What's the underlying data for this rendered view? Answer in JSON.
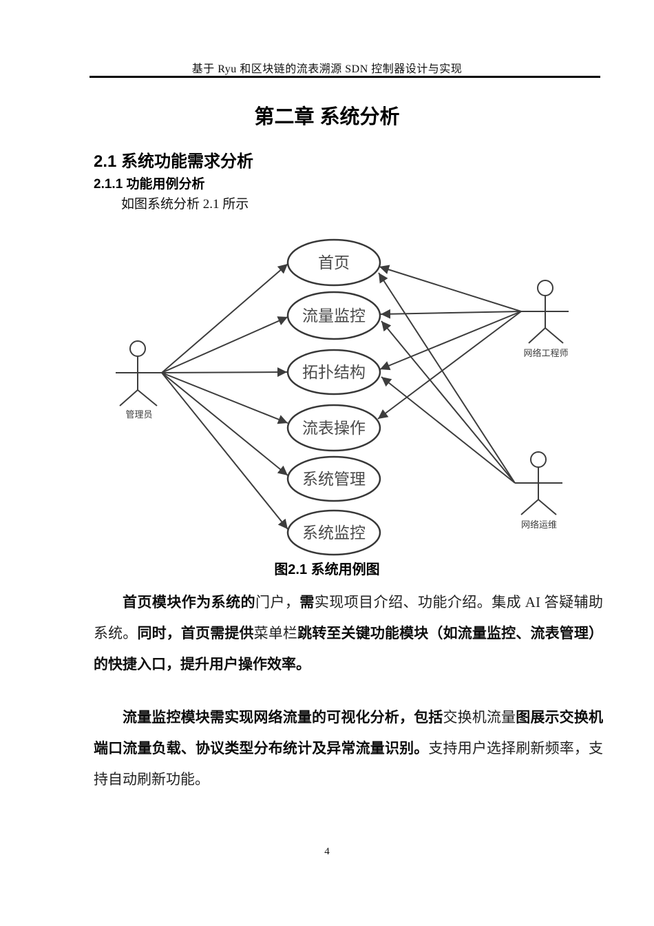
{
  "page": {
    "running_header": "基于 Ryu 和区块链的流表溯源 SDN 控制器设计与实现",
    "chapter_title": "第二章 系统分析",
    "section_heading": "2.1 系统功能需求分析",
    "subsection_heading": "2.1.1 功能用例分析",
    "figure_intro": "如图系统分析 2.1 所示",
    "figure_caption": "图2.1 系统用例图",
    "page_number": "4"
  },
  "diagram": {
    "type": "uml-use-case",
    "stroke_color": "#3d3d3d",
    "actors": [
      {
        "id": "admin",
        "label": "管理员"
      },
      {
        "id": "engineer",
        "label": "网络工程师"
      },
      {
        "id": "ops",
        "label": "网络运维"
      }
    ],
    "use_cases": [
      {
        "id": "home",
        "label": "首页"
      },
      {
        "id": "traffic",
        "label": "流量监控"
      },
      {
        "id": "topology",
        "label": "拓扑结构"
      },
      {
        "id": "flowtable",
        "label": "流表操作"
      },
      {
        "id": "sysmgmt",
        "label": "系统管理"
      },
      {
        "id": "sysmon",
        "label": "系统监控"
      }
    ],
    "associations": [
      {
        "from": "管理员",
        "to": "首页"
      },
      {
        "from": "管理员",
        "to": "流量监控"
      },
      {
        "from": "管理员",
        "to": "拓扑结构"
      },
      {
        "from": "管理员",
        "to": "流表操作"
      },
      {
        "from": "管理员",
        "to": "系统管理"
      },
      {
        "from": "管理员",
        "to": "系统监控"
      },
      {
        "from": "网络工程师",
        "to": "首页"
      },
      {
        "from": "网络工程师",
        "to": "流量监控"
      },
      {
        "from": "网络工程师",
        "to": "拓扑结构"
      },
      {
        "from": "网络工程师",
        "to": "流表操作"
      },
      {
        "from": "网络运维",
        "to": "首页"
      },
      {
        "from": "网络运维",
        "to": "流量监控"
      },
      {
        "from": "网络运维",
        "to": "拓扑结构"
      }
    ]
  },
  "paragraphs": [
    {
      "runs": [
        {
          "text": "首页模块作为系统的"
        },
        {
          "text": "门户，"
        },
        {
          "text": "需"
        },
        {
          "text": "实现项目介绍、功能介绍。集成 AI 答疑辅助系统。"
        },
        {
          "text": "同时，首页需提供"
        },
        {
          "text": "菜单栏"
        },
        {
          "text": "跳转至关键功能模块（如流量监控、流表管理）的快捷入口，提升用户操作效率。"
        }
      ]
    },
    {
      "runs": [
        {
          "text": "流量监控模块需实现网络流量的可视化分析，包括"
        },
        {
          "text": "交换机流量"
        },
        {
          "text": "图展示交换机端口流量负载、协议类型分布统计及异常流量识别。"
        },
        {
          "text": "支持用户选择刷新频率，支持自动刷新功能。"
        }
      ]
    }
  ]
}
